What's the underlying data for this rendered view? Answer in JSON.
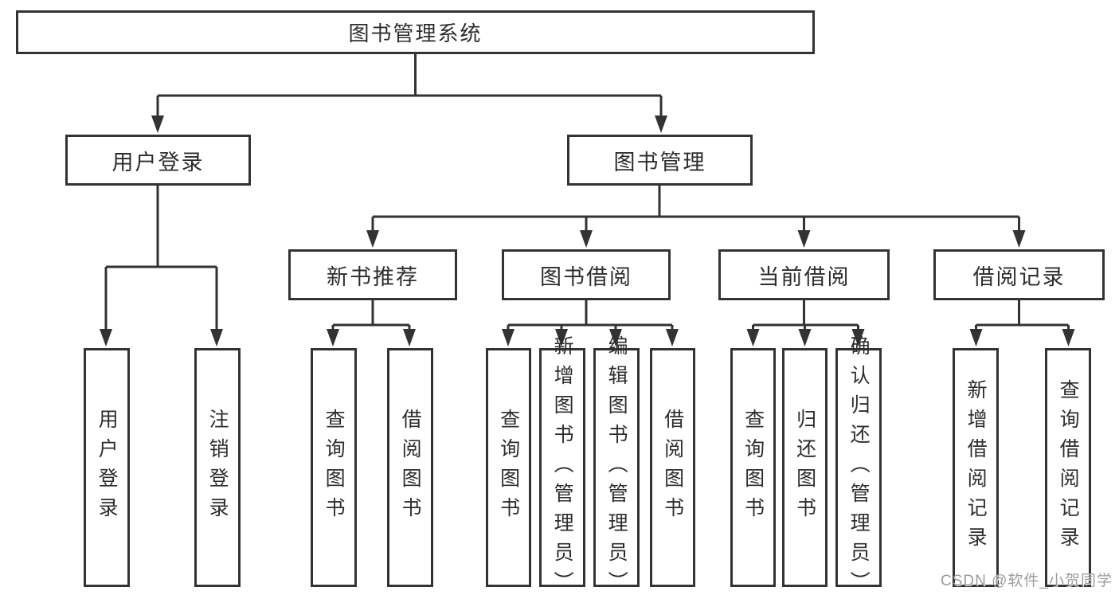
{
  "tree": {
    "root": {
      "label": "图书管理系统"
    },
    "branches": [
      {
        "label": "用户登录",
        "children": [
          "用户登录",
          "注销登录"
        ]
      },
      {
        "label": "图书管理",
        "sections": [
          {
            "label": "新书推荐",
            "children": [
              "查询图书",
              "借阅图书"
            ]
          },
          {
            "label": "图书借阅",
            "children": [
              "查询图书",
              "新增图书（管理员）",
              "编辑图书（管理员）",
              "借阅图书"
            ]
          },
          {
            "label": "当前借阅",
            "children": [
              "查询图书",
              "归还图书",
              "确认归还（管理员）"
            ]
          },
          {
            "label": "借阅记录",
            "children": [
              "新增借阅记录",
              "查询借阅记录"
            ]
          }
        ]
      }
    ]
  },
  "watermark": {
    "text": "CSDN @软件_小贺同学"
  },
  "colors": {
    "line": "#333333",
    "text": "#2d2d2d",
    "background": "#ffffff",
    "watermark": "#9c9c9c"
  }
}
